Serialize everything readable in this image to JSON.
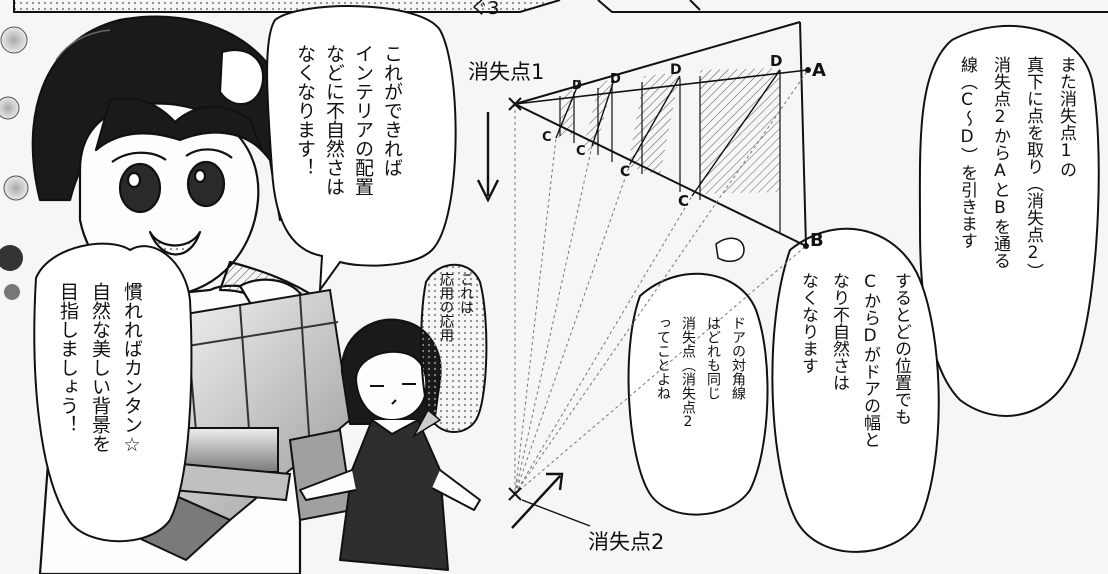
{
  "panel_top": {
    "stray_text": "ぐ3"
  },
  "bubbles": {
    "woman_top_lines": [
      "これができれば",
      "インテリアの配置",
      "などに不自然さは",
      "なくなります！"
    ],
    "woman_bottom_lines": [
      "慣れればカンタン☆",
      "自然な美しい背景を",
      "目指しましょう！"
    ],
    "girl_lines": [
      "これは",
      "応用の応用"
    ],
    "right_lines": [
      "また消失点1の",
      "真下に点を取り（消失点2）",
      "消失点2からAとBを通る",
      "線（C～D）を引きます"
    ],
    "middle_lines": [
      "するとどの位置でも",
      "CからDがドアの幅と",
      "なり不自然さは",
      "なくなります"
    ],
    "left_lines": [
      "ドアの対角線",
      "はどれも同じ",
      "消失点（消失点2",
      "ってことよね"
    ]
  },
  "diagram": {
    "vp1_label": "消失点1",
    "vp2_label": "消失点2",
    "point_a": "A",
    "point_b": "B",
    "c_labels": [
      "C",
      "C",
      "C",
      "C"
    ],
    "d_labels": [
      "D",
      "D",
      "D",
      "D"
    ]
  },
  "colors": {
    "ink": "#111111",
    "screentone": "#c8c8c8",
    "paper": "#f6f6f4"
  }
}
